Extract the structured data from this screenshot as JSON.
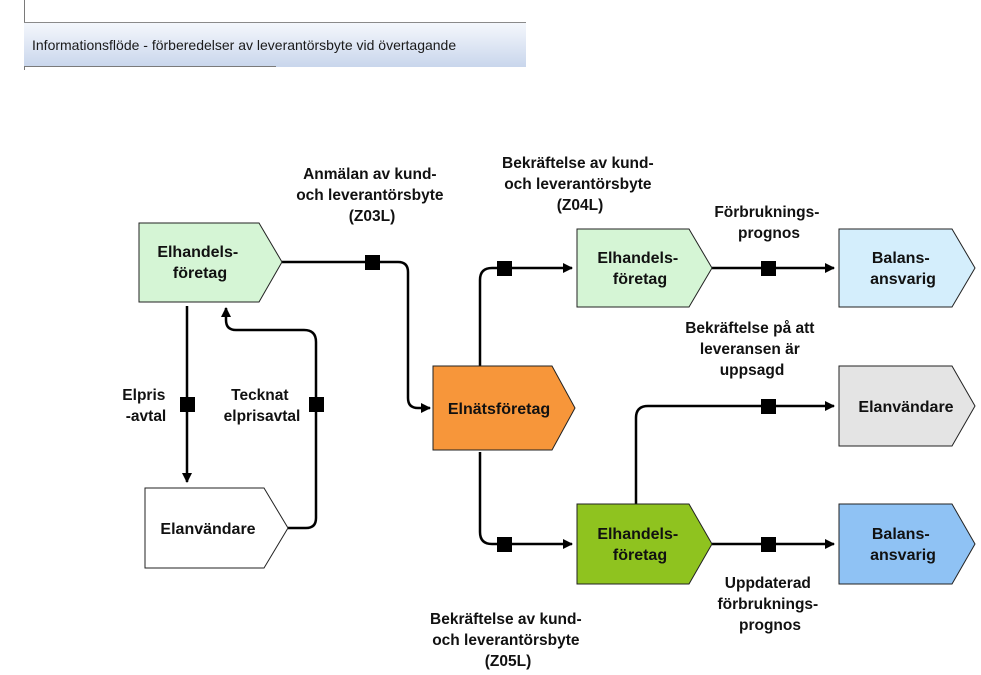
{
  "header": {
    "title": "Informationsflöde - förberedelser av leverantörsbyte vid övertagande"
  },
  "colors": {
    "elhandel_light": "#d5f5d5",
    "elhandel_dark": "#8fc31f",
    "elnat": "#f7963a",
    "balans_light": "#d4eefc",
    "balans_dark": "#8fc2f4",
    "elanvandare_grey": "#e4e4e4",
    "elanvandare_white": "#ffffff"
  },
  "nodes": {
    "elhandel_left": {
      "lines": [
        "Elhandels-",
        "företag"
      ]
    },
    "elanvandare_left": {
      "lines": [
        "Elanvändare"
      ]
    },
    "elnat": {
      "lines": [
        "Elnätsföretag"
      ]
    },
    "elhandel_top": {
      "lines": [
        "Elhandels-",
        "företag"
      ]
    },
    "balans_top": {
      "lines": [
        "Balans-",
        "ansvarig"
      ]
    },
    "elanvandare_right": {
      "lines": [
        "Elanvändare"
      ]
    },
    "elhandel_bottom": {
      "lines": [
        "Elhandels-",
        "företag"
      ]
    },
    "balans_bottom": {
      "lines": [
        "Balans-",
        "ansvarig"
      ]
    }
  },
  "flows": {
    "z03l": {
      "lines": [
        "Anmälan av kund-",
        "och leverantörsbyte",
        "(Z03L)"
      ]
    },
    "z04l": {
      "lines": [
        "Bekräftelse av kund-",
        "och leverantörsbyte",
        "(Z04L)"
      ]
    },
    "forbrukning_top": {
      "lines": [
        "Förbruknings-",
        "prognos"
      ]
    },
    "bekraftelse_uppsagd": {
      "lines": [
        "Bekräftelse på att",
        "leveransen är",
        "uppsagd"
      ]
    },
    "elprisavtal": {
      "lines": [
        "Elpris",
        "-avtal"
      ]
    },
    "tecknat": {
      "lines": [
        "Tecknat",
        "elprisavtal"
      ]
    },
    "uppdaterad": {
      "lines": [
        "Uppdaterad",
        "förbruknings-",
        "prognos"
      ]
    },
    "z05l": {
      "lines": [
        "Bekräftelse av kund-",
        "och leverantörsbyte",
        "(Z05L)"
      ]
    }
  }
}
